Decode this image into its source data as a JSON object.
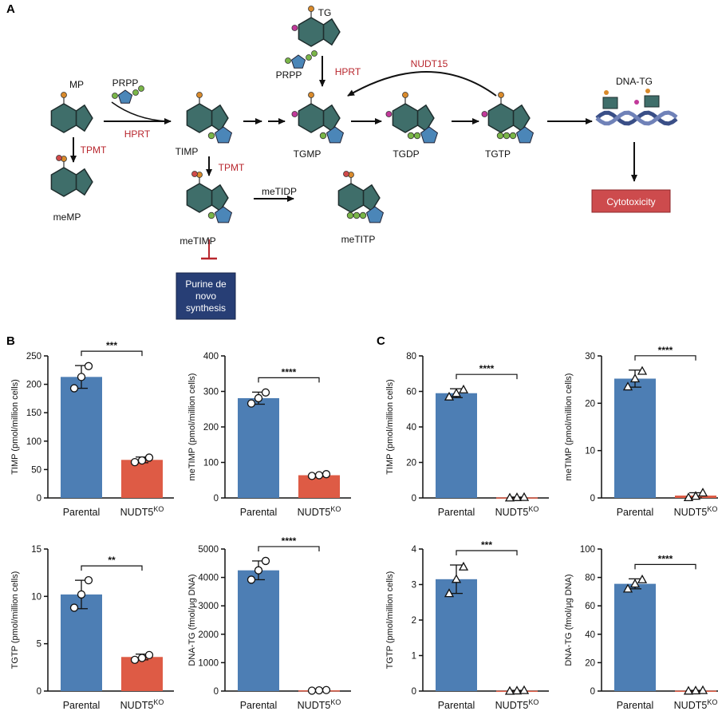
{
  "colors": {
    "parental_bar": "#4d7eb4",
    "ko_bar": "#de5b45",
    "ring": "#3f6e6a",
    "ring_stroke": "#1e2d2d",
    "pentose": "#4b86b8",
    "phosphate": "#7ab648",
    "hydroxyl": "#d98a2b",
    "methyl": "#d04a4a",
    "thio": "#c2399a",
    "enzyme": "#b8262d",
    "dna": "#3a4f87",
    "cytotox_box": "#cd4b4d",
    "purine_box": "#273e75"
  },
  "panel_a": {
    "letter": "A",
    "labels": {
      "mp": "MP",
      "prpp1": "PRPP",
      "hprt1": "HPRT",
      "timp": "TIMP",
      "tpmt1": "TPMT",
      "memp": "meMP",
      "tpmt2": "TPMT",
      "metimp": "meTIMP",
      "metidp": "meTIDP",
      "metitp": "meTITP",
      "tg": "TG",
      "prpp2": "PRPP",
      "hprt2": "HPRT",
      "nudt15": "NUDT15",
      "tgmp": "TGMP",
      "tgdp": "TGDP",
      "tgtp": "TGTP",
      "dnatg": "DNA-TG",
      "cytotoxicity": "Cytotoxicity",
      "purine_line1": "Purine de",
      "purine_line2": "novo",
      "purine_line3": "synthesis"
    },
    "icons": [
      "thiopurine-ring-icon",
      "ribose-pentagon-icon",
      "phosphate-bead-icon",
      "dna-helix-icon"
    ]
  },
  "panel_b_letter": "B",
  "panel_c_letter": "C",
  "chart_data": [
    {
      "panel": "B",
      "type": "bar",
      "marker": "circle",
      "categories": [
        "Parental",
        "NUDT5",
        "KO"
      ],
      "category_labels": [
        {
          "text": "Parental"
        },
        {
          "text": "NUDT5",
          "sup": "KO"
        }
      ],
      "values": [
        213,
        67
      ],
      "errors": [
        20,
        5
      ],
      "points": [
        [
          193,
          213,
          232
        ],
        [
          63,
          66,
          71
        ]
      ],
      "ylabel": "TIMP (pmol/million cells)",
      "ylim": [
        0,
        250
      ],
      "yticks": [
        0,
        50,
        100,
        150,
        200,
        250
      ],
      "significance": "***"
    },
    {
      "panel": "B",
      "type": "bar",
      "marker": "circle",
      "category_labels": [
        {
          "text": "Parental"
        },
        {
          "text": "NUDT5",
          "sup": "KO"
        }
      ],
      "values": [
        281,
        64
      ],
      "errors": [
        17,
        3
      ],
      "points": [
        [
          266,
          281,
          297
        ],
        [
          62,
          64,
          67
        ]
      ],
      "ylabel": "meTIMP (pmol/million cells)",
      "ylim": [
        0,
        400
      ],
      "yticks": [
        0,
        100,
        200,
        300,
        400
      ],
      "significance": "****"
    },
    {
      "panel": "B",
      "type": "bar",
      "marker": "circle",
      "category_labels": [
        {
          "text": "Parental"
        },
        {
          "text": "NUDT5",
          "sup": "KO"
        }
      ],
      "values": [
        10.2,
        3.6
      ],
      "errors": [
        1.5,
        0.3
      ],
      "points": [
        [
          8.8,
          10.2,
          11.7
        ],
        [
          3.3,
          3.5,
          3.8
        ]
      ],
      "ylabel": "TGTP  (pmol/million cells)",
      "ylim": [
        0,
        15
      ],
      "yticks": [
        0,
        5,
        10,
        15
      ],
      "significance": "**"
    },
    {
      "panel": "B",
      "type": "bar",
      "marker": "circle",
      "category_labels": [
        {
          "text": "Parental"
        },
        {
          "text": "NUDT5",
          "sup": "KO"
        }
      ],
      "values": [
        4250,
        25
      ],
      "errors": [
        330,
        10
      ],
      "points": [
        [
          3920,
          4250,
          4580
        ],
        [
          15,
          25,
          35
        ]
      ],
      "ylabel": "DNA-TG (fmol/μg DNA)",
      "ylim": [
        0,
        5000
      ],
      "yticks": [
        0,
        1000,
        2000,
        3000,
        4000,
        5000
      ],
      "significance": "****"
    },
    {
      "panel": "C",
      "type": "bar",
      "marker": "triangle",
      "category_labels": [
        {
          "text": "Parental"
        },
        {
          "text": "NUDT5",
          "sup": "KO"
        }
      ],
      "values": [
        59,
        0.3
      ],
      "errors": [
        2.5,
        0.2
      ],
      "points": [
        [
          57,
          59,
          61
        ],
        [
          0.1,
          0.3,
          0.4
        ]
      ],
      "ylabel": "TIMP (pmol/million cells)",
      "ylim": [
        0,
        80
      ],
      "yticks": [
        0,
        20,
        40,
        60,
        80
      ],
      "significance": "****"
    },
    {
      "panel": "C",
      "type": "bar",
      "marker": "triangle",
      "category_labels": [
        {
          "text": "Parental"
        },
        {
          "text": "NUDT5",
          "sup": "KO"
        }
      ],
      "values": [
        25.2,
        0.5
      ],
      "errors": [
        1.8,
        0.6
      ],
      "points": [
        [
          23.5,
          25.2,
          26.8
        ],
        [
          0.1,
          0.4,
          1.1
        ]
      ],
      "ylabel": "meTIMP (pmol/million cells)",
      "ylim": [
        0,
        30
      ],
      "yticks": [
        0,
        10,
        20,
        30
      ],
      "significance": "****"
    },
    {
      "panel": "C",
      "type": "bar",
      "marker": "triangle",
      "category_labels": [
        {
          "text": "Parental"
        },
        {
          "text": "NUDT5",
          "sup": "KO"
        }
      ],
      "values": [
        3.15,
        0.01
      ],
      "errors": [
        0.4,
        0.01
      ],
      "points": [
        [
          2.75,
          3.15,
          3.5
        ],
        [
          0.0,
          0.01,
          0.02
        ]
      ],
      "ylabel": "TGTP  (pmol/million cells)",
      "ylim": [
        0,
        4
      ],
      "yticks": [
        0,
        1,
        2,
        3,
        4
      ],
      "significance": "***"
    },
    {
      "panel": "C",
      "type": "bar",
      "marker": "triangle",
      "category_labels": [
        {
          "text": "Parental"
        },
        {
          "text": "NUDT5",
          "sup": "KO"
        }
      ],
      "values": [
        75.5,
        0.3
      ],
      "errors": [
        3.5,
        0.2
      ],
      "points": [
        [
          72,
          75.5,
          78.5
        ],
        [
          0.1,
          0.3,
          0.5
        ]
      ],
      "ylabel": "DNA-TG (fmol/μg DNA)",
      "ylim": [
        0,
        100
      ],
      "yticks": [
        0,
        20,
        40,
        60,
        80,
        100
      ],
      "significance": "****"
    }
  ]
}
